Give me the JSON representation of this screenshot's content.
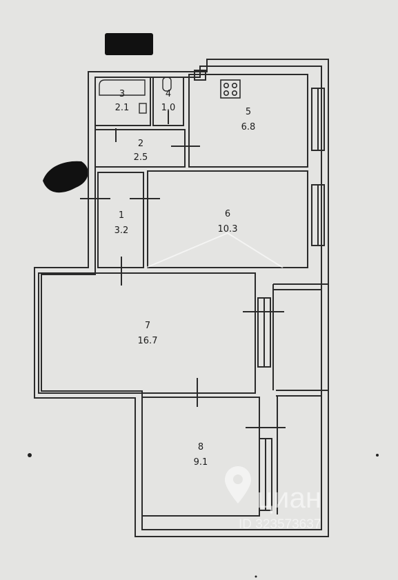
{
  "rooms": [
    {
      "number": "1",
      "area": "3.2"
    },
    {
      "number": "2",
      "area": "2.5"
    },
    {
      "number": "3",
      "area": "2.1"
    },
    {
      "number": "4",
      "area": "1.0"
    },
    {
      "number": "5",
      "area": "6.8"
    },
    {
      "number": "6",
      "area": "10.3"
    },
    {
      "number": "7",
      "area": "16.7"
    },
    {
      "number": "8",
      "area": "9.1"
    }
  ],
  "watermark": {
    "brand": "циан",
    "listing_id": "ID 323573637"
  },
  "colors": {
    "paper": "#e4e4e2",
    "line": "#2a2a2a",
    "redaction": "#111111"
  }
}
